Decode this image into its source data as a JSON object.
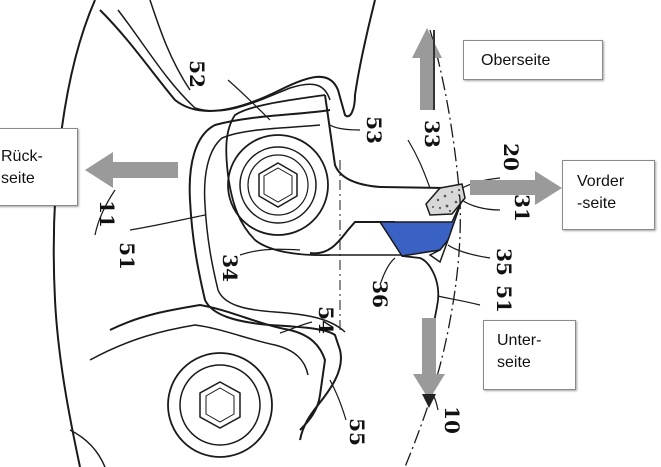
{
  "direction_labels": {
    "oberseite": "Oberseite",
    "rueckseite_line1": "Rück-",
    "rueckseite_line2": "seite",
    "vorderseite_line1": "Vorder",
    "vorderseite_line2": "-seite",
    "unterseite_line1": "Unter-",
    "unterseite_line2": "seite"
  },
  "reference_numerals": {
    "n52": "52",
    "n53": "53",
    "n33": "33",
    "n20": "20",
    "n31": "31",
    "n35": "35",
    "n34": "34",
    "n36": "36",
    "n51_lower_right": "51",
    "n54": "54",
    "n51_left": "51",
    "n11": "11",
    "n10": "10",
    "n55": "55"
  },
  "colors": {
    "arrow_gray": "#9a9a9a",
    "insert_blue": "#3a62c4",
    "line_black": "#1a1a1a",
    "diamond_gray": "#d8d8d8"
  }
}
